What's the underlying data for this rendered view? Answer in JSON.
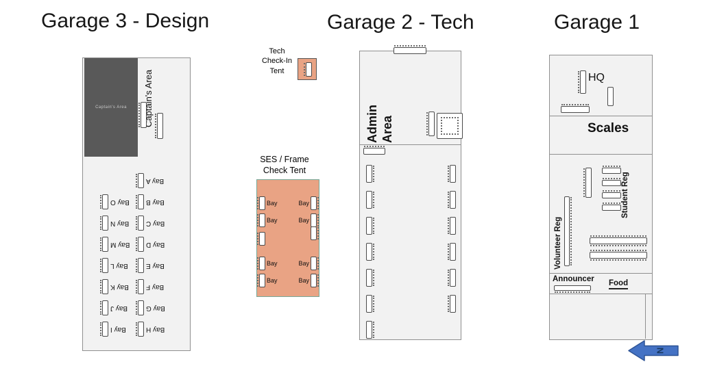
{
  "colors": {
    "tent": "#e9a384",
    "dark_block": "#595959",
    "garage_fill": "#f2f2f2",
    "arrow_fill": "#4472c4",
    "arrow_border": "#2e5496"
  },
  "icons": {
    "table": "small-rectangle-with-dotted-chair-bumps",
    "meeting_table": "square-table-with-dotted-chairs",
    "north_arrow": "left-pointing-block-arrow"
  },
  "garage3": {
    "title": "Garage 3 - Design",
    "dark_block_label": "Captain's Area",
    "area_label": "Captain's Area",
    "right_bays": [
      "Bay A",
      "Bay B",
      "Bay C",
      "Bay D",
      "Bay E",
      "Bay F",
      "Bay G",
      "Bay H"
    ],
    "left_bays": [
      "Bay O",
      "Bay N",
      "Bay M",
      "Bay L",
      "Bay K",
      "Bay J",
      "Bay I"
    ]
  },
  "tech_tent": {
    "label": "Tech Check-In Tent"
  },
  "ses_tent": {
    "label": "SES / Frame Check Tent",
    "bay": "Bay"
  },
  "garage2": {
    "title": "Garage 2 - Tech",
    "admin_line1": "Admin",
    "admin_line2": "Area"
  },
  "garage1": {
    "title": "Garage 1",
    "hq": "HQ",
    "scales": "Scales",
    "student_reg": "Student Reg",
    "volunteer_reg": "Volunteer Reg",
    "announcer": "Announcer",
    "food": "Food"
  },
  "compass": {
    "north": "N"
  }
}
